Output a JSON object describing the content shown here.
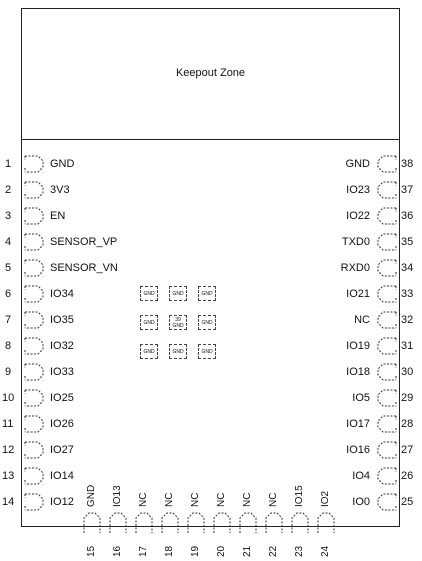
{
  "keepout_label": "Keepout Zone",
  "left_pins": [
    {
      "num": "1",
      "label": "GND"
    },
    {
      "num": "2",
      "label": "3V3"
    },
    {
      "num": "3",
      "label": "EN"
    },
    {
      "num": "4",
      "label": "SENSOR_VP"
    },
    {
      "num": "5",
      "label": "SENSOR_VN"
    },
    {
      "num": "6",
      "label": "IO34"
    },
    {
      "num": "7",
      "label": "IO35"
    },
    {
      "num": "8",
      "label": "IO32"
    },
    {
      "num": "9",
      "label": "IO33"
    },
    {
      "num": "10",
      "label": "IO25"
    },
    {
      "num": "11",
      "label": "IO26"
    },
    {
      "num": "12",
      "label": "IO27"
    },
    {
      "num": "13",
      "label": "IO14"
    },
    {
      "num": "14",
      "label": "IO12"
    }
  ],
  "right_pins": [
    {
      "num": "38",
      "label": "GND"
    },
    {
      "num": "37",
      "label": "IO23"
    },
    {
      "num": "36",
      "label": "IO22"
    },
    {
      "num": "35",
      "label": "TXD0"
    },
    {
      "num": "34",
      "label": "RXD0"
    },
    {
      "num": "33",
      "label": "IO21"
    },
    {
      "num": "32",
      "label": "NC"
    },
    {
      "num": "31",
      "label": "IO19"
    },
    {
      "num": "30",
      "label": "IO18"
    },
    {
      "num": "29",
      "label": "IO5"
    },
    {
      "num": "28",
      "label": "IO17"
    },
    {
      "num": "27",
      "label": "IO16"
    },
    {
      "num": "26",
      "label": "IO4"
    },
    {
      "num": "25",
      "label": "IO0"
    }
  ],
  "bottom_pins": [
    {
      "num": "15",
      "label": "GND"
    },
    {
      "num": "16",
      "label": "IO13"
    },
    {
      "num": "17",
      "label": "NC"
    },
    {
      "num": "18",
      "label": "NC"
    },
    {
      "num": "19",
      "label": "NC"
    },
    {
      "num": "20",
      "label": "NC"
    },
    {
      "num": "21",
      "label": "NC"
    },
    {
      "num": "22",
      "label": "NC"
    },
    {
      "num": "23",
      "label": "IO15"
    },
    {
      "num": "24",
      "label": "IO2"
    }
  ],
  "ground_pads": [
    {
      "label": "GND"
    },
    {
      "label": "GND"
    },
    {
      "label": "GND"
    },
    {
      "label": "GND"
    },
    {
      "label": "39\nGND"
    },
    {
      "label": "GND"
    },
    {
      "label": "GND"
    },
    {
      "label": "GND"
    },
    {
      "label": "GND"
    }
  ]
}
